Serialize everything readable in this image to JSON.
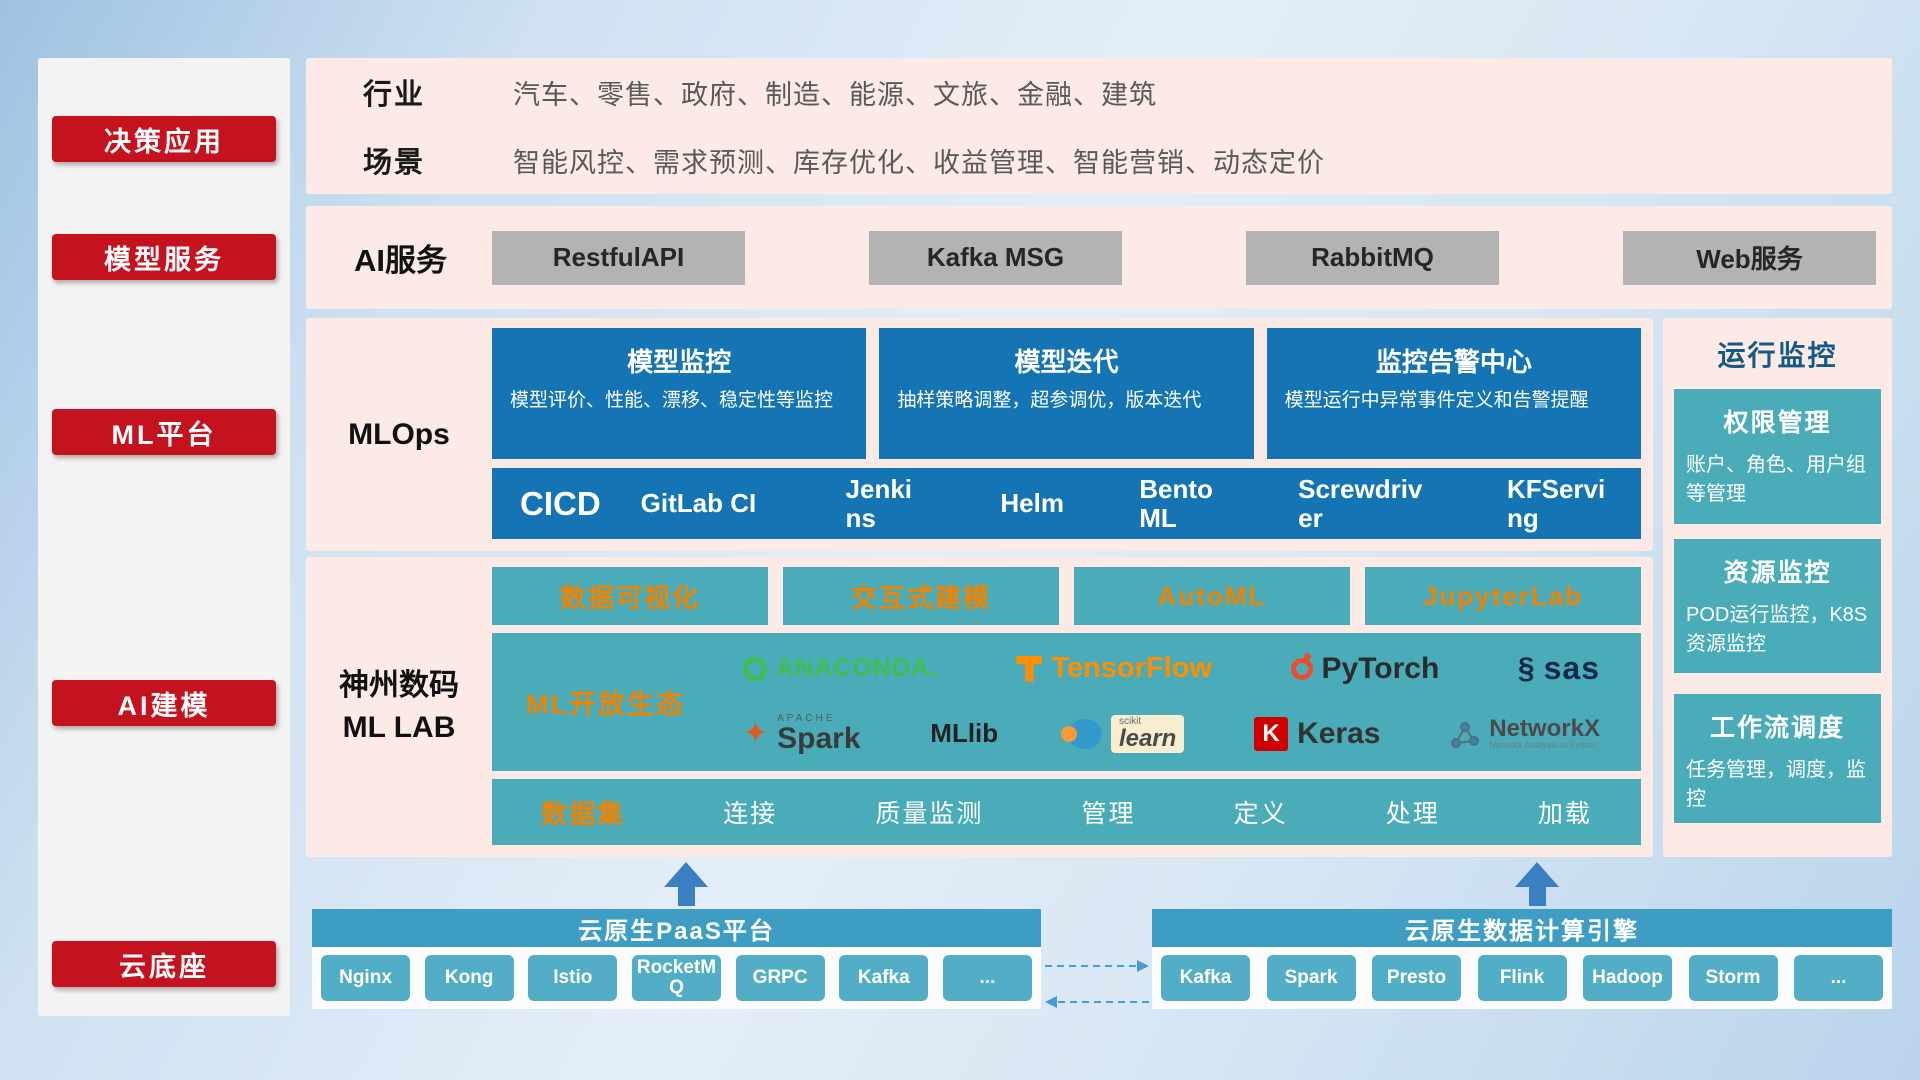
{
  "sidebar": {
    "items": [
      {
        "label": "决策应用"
      },
      {
        "label": "模型服务"
      },
      {
        "label": "ML平台"
      },
      {
        "label": "AI建模"
      },
      {
        "label": "云底座"
      }
    ]
  },
  "industry": {
    "row1_label": "行业",
    "row1_text": "汽车、零售、政府、制造、能源、文旅、金融、建筑",
    "row2_label": "场景",
    "row2_text": "智能风控、需求预测、库存优化、收益管理、智能营销、动态定价"
  },
  "ai_service": {
    "label": "AI服务",
    "services": [
      "RestfulAPI",
      "Kafka MSG",
      "RabbitMQ",
      "Web服务"
    ]
  },
  "mlops": {
    "label": "MLOps",
    "cards": [
      {
        "title": "模型监控",
        "desc": "模型评价、性能、漂移、稳定性等监控"
      },
      {
        "title": "模型迭代",
        "desc": "抽样策略调整，超参调优，版本迭代"
      },
      {
        "title": "监控告警中心",
        "desc": "模型运行中异常事件定义和告警提醒"
      }
    ],
    "cicd_label": "CICD",
    "cicd_tools": [
      "GitLab CI",
      "Jenkins",
      "Helm",
      "BentoML",
      "Screwdriver",
      "KFServing"
    ]
  },
  "mllab": {
    "label_line1": "神州数码",
    "label_line2": "ML LAB",
    "top_tools": [
      "数据可视化",
      "交互式建模",
      "AutoML",
      "JupyterLab"
    ],
    "ecosystem_label": "ML开放生态",
    "logos": {
      "anaconda": "ANACONDA.",
      "tensorflow": "TensorFlow",
      "pytorch": "PyTorch",
      "sas": "sas",
      "spark_super": "APACHE",
      "spark": "Spark",
      "mllib": "MLlib",
      "scikit_super": "scikit",
      "scikit": "learn",
      "keras_letter": "K",
      "keras": "Keras",
      "networkx": "NetworkX",
      "networkx_sub": "Network Analysis in Python"
    },
    "dataset_label": "数据集",
    "dataset_items": [
      "连接",
      "质量监测",
      "管理",
      "定义",
      "处理",
      "加载"
    ]
  },
  "monitoring": {
    "title": "运行监控",
    "cards": [
      {
        "title": "权限管理",
        "desc": "账户、角色、用户组等管理"
      },
      {
        "title": "资源监控",
        "desc": "POD运行监控，K8S资源监控"
      },
      {
        "title": "工作流调度",
        "desc": "任务管理，调度，监控"
      }
    ]
  },
  "cloud": {
    "paas_title": "云原生PaaS平台",
    "paas_items": [
      "Nginx",
      "Kong",
      "Istio",
      "RocketMQ",
      "GRPC",
      "Kafka",
      "..."
    ],
    "engine_title": "云原生数据计算引擎",
    "engine_items": [
      "Kafka",
      "Spark",
      "Presto",
      "Flink",
      "Hadoop",
      "Storm",
      "..."
    ]
  },
  "colors": {
    "accent_red": "#c5121f",
    "panel_pink": "#fceae7",
    "card_blue": "#1474b4",
    "teal": "#4aacb9",
    "orange": "#f08300",
    "bottom_teal": "#3e9dc2"
  }
}
